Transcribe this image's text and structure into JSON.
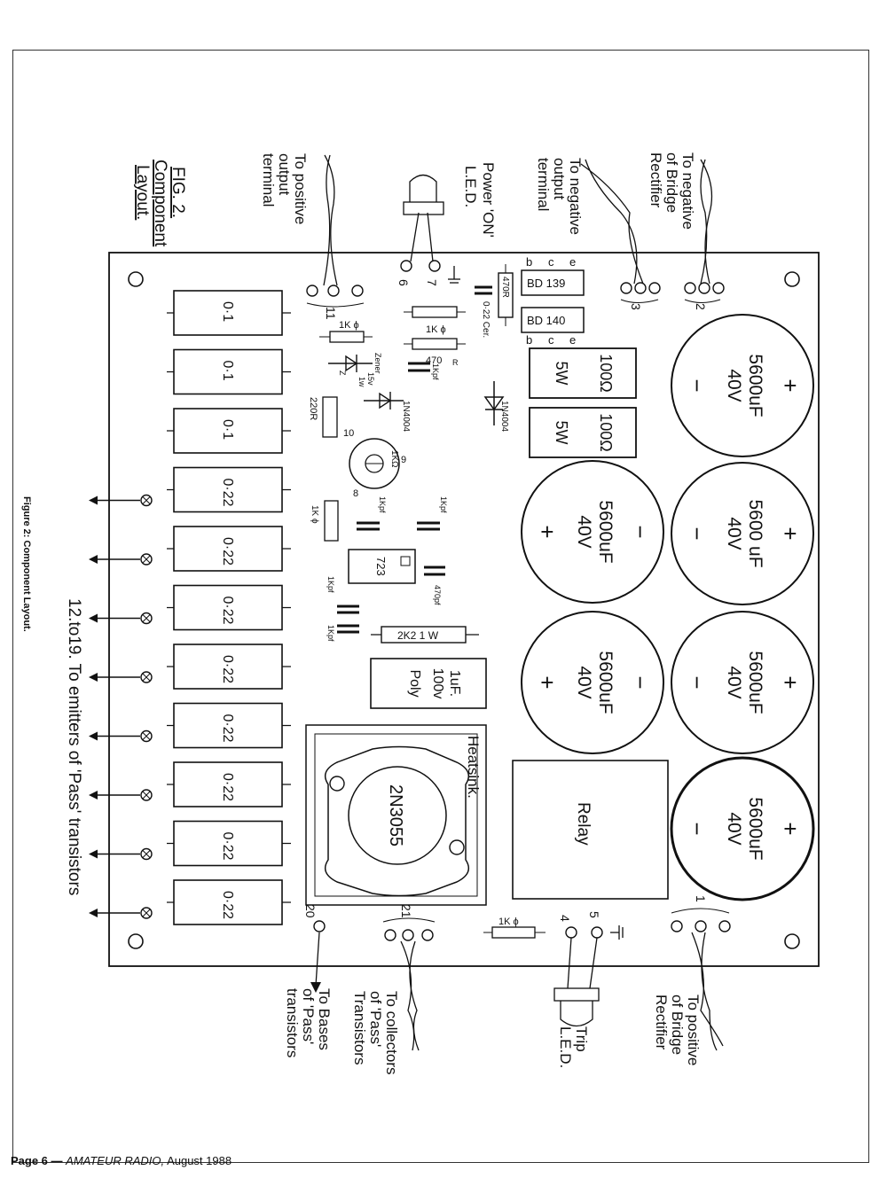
{
  "figure": {
    "title_lines": [
      "FIG. 2.",
      "Component",
      "Layout."
    ],
    "caption": "Figure 2: Component Layout."
  },
  "footer": {
    "page": "Page 6 —",
    "magazine": "AMATEUR RADIO,",
    "date": "August 1988"
  },
  "capacitors": [
    {
      "value": "5600uF",
      "voltage": "40V"
    },
    {
      "value": "5600 uF",
      "voltage": "40V"
    },
    {
      "value": "5600uF",
      "voltage": "40V"
    },
    {
      "value": "5600uF",
      "voltage": "40V"
    },
    {
      "value": "5600uF",
      "voltage": "40V"
    },
    {
      "value": "5600uF",
      "voltage": "40V"
    }
  ],
  "cap_polarity": {
    "plus": "+",
    "minus": "−"
  },
  "resistors_column": [
    "0·1",
    "0·1",
    "0·1",
    "0·22",
    "0·22",
    "0·22",
    "0·22",
    "0·22",
    "0·22",
    "0·22",
    "0·22"
  ],
  "power_resistors": [
    {
      "value": "100Ω",
      "watts": "5W"
    },
    {
      "value": "100Ω",
      "watts": "5W"
    }
  ],
  "transistors": [
    {
      "label": "BD 139",
      "pins": [
        "e",
        "c",
        "b"
      ]
    },
    {
      "label": "BD 140",
      "pins": [
        "e",
        "c",
        "b"
      ]
    }
  ],
  "small_parts": {
    "r470": "470R",
    "cap_ceramic": "0·22 Cer.",
    "r1k_a": "1K ϕ",
    "r1k_b": "1K ϕ",
    "r470_b": "470",
    "r470_b_suffix": "R",
    "r1k_c": "1K ϕ",
    "zener": "Zener",
    "zener_v": "15v",
    "zener_w": "1w",
    "zener_z": "Z",
    "cap_1kpf_a": "1Kpf",
    "r220": "220R",
    "diode_a": "1N4004",
    "diode_b": "1N4004",
    "pot": "1K",
    "pot_ohm": "Ω",
    "pot_pin_9": "9",
    "pot_pin_10": "10",
    "pot_pin_8": "8",
    "cap_1kpf_b": "1Kpf",
    "cap_1kpf_c": "1Kpf",
    "r1k_d": "1K ϕ",
    "ic": "723",
    "cap_470pf": "470pf",
    "cap_1kpf_d": "1Kpf",
    "cap_1kpf_e": "1Kpf",
    "r2k2": "2K2  1 W",
    "poly_1": "1uF.",
    "poly_2": "100v",
    "poly_3": "Poly",
    "heatsink": "Heatsink.",
    "pass_transistor": "2N3055",
    "relay": "Relay",
    "r1k_trip": "1K ϕ"
  },
  "terminals": {
    "t1": "1",
    "t2": "2",
    "t3": "3",
    "t4": "4",
    "t5": "5",
    "t6": "6",
    "t7": "7",
    "t11": "11",
    "t20": "20",
    "t21": "21"
  },
  "wire_labels": {
    "neg_bridge": [
      "To negative",
      "of Bridge",
      "Rectifier"
    ],
    "neg_output": [
      "To negative",
      "output",
      "terminal"
    ],
    "power_led": [
      "Power 'ON'",
      "L.E.D."
    ],
    "pos_output": [
      "To positive",
      "output",
      "terminal"
    ],
    "pos_bridge": [
      "To positive",
      "of Bridge",
      "Rectifier"
    ],
    "trip_led": [
      "Trip",
      "L.E.D."
    ],
    "collectors": [
      "To collectors",
      "of 'Pass'",
      "Transistors"
    ],
    "bases": [
      "To Bases",
      "of 'Pass'",
      "transistors"
    ],
    "emitters": "12.to19. To emitters of 'Pass' transistors"
  }
}
